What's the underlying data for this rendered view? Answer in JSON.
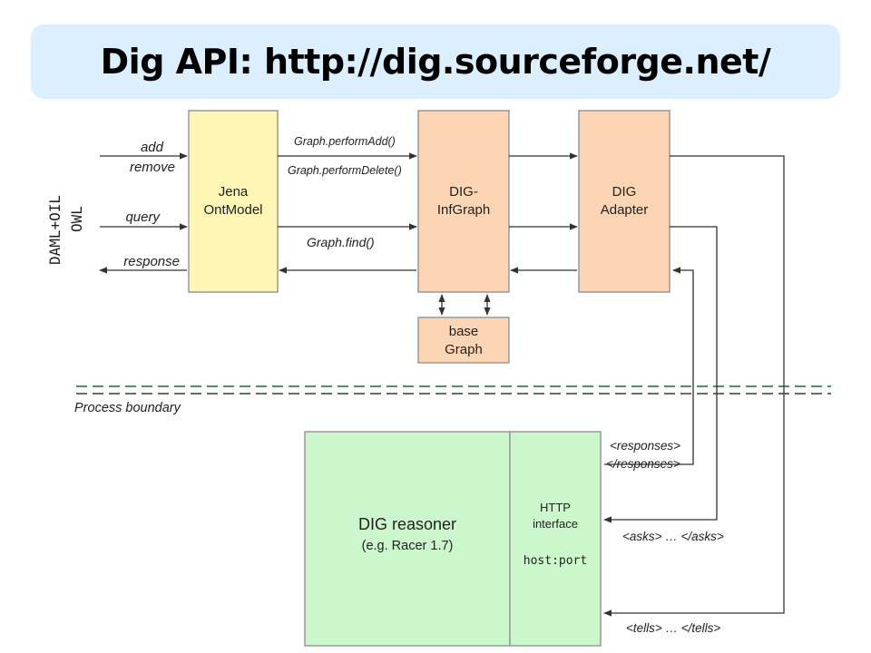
{
  "title": "Dig API: http://dig.sourceforge.net/",
  "side_label": {
    "line1": "DAML+OIL",
    "line2": "OWL"
  },
  "inputs": {
    "add": "add",
    "remove": "remove",
    "query": "query",
    "response": "response"
  },
  "boxes": {
    "jena": {
      "line1": "Jena",
      "line2": "OntModel",
      "color": "#fdf6b4"
    },
    "infgraph": {
      "line1": "DIG-",
      "line2": "InfGraph",
      "color": "#fcd6b4"
    },
    "adapter": {
      "line1": "DIG",
      "line2": "Adapter",
      "color": "#fcd6b4"
    },
    "base": {
      "line1": "base",
      "line2": "Graph",
      "color": "#fcd6b4"
    },
    "reasoner": {
      "line1": "DIG reasoner",
      "line2": "(e.g. Racer 1.7)",
      "color": "#ccf7cc"
    },
    "http": {
      "line1": "HTTP",
      "line2": "interface",
      "line3": "host:port",
      "color": "#ccf7cc"
    }
  },
  "calls": {
    "perform_add": "Graph.performAdd()",
    "perform_delete": "Graph.performDelete()",
    "find": "Graph.find()"
  },
  "boundary_label": "Process boundary",
  "messages": {
    "responses_open": "<responses>",
    "responses_close": "</responses>",
    "asks": "<asks> … </asks>",
    "tells": "<tells> … </tells>"
  }
}
